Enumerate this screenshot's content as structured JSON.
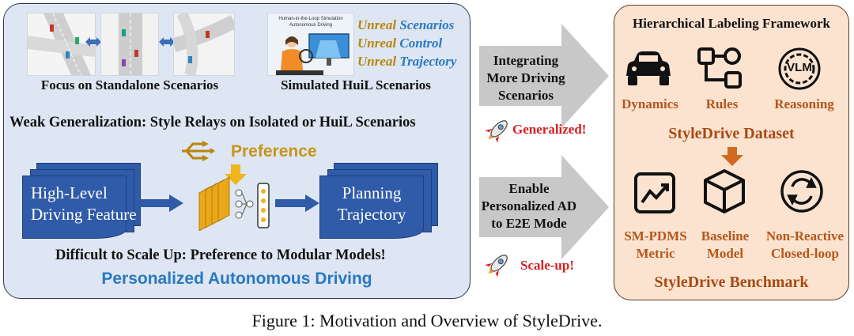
{
  "left": {
    "thumbs_caption": "Focus on Standalone Scenarios",
    "sim_caption": "Simulated HuiL Scenarios",
    "sim_screen_lines": [
      "Human-in-the-Loop Simulation",
      "Autonomous Driving"
    ],
    "unreal": [
      {
        "prefix": "Unreal",
        "word": "Scenarios"
      },
      {
        "prefix": "Unreal",
        "word": "Control"
      },
      {
        "prefix": "Unreal",
        "word": "Trajectory"
      }
    ],
    "weak_generalization": "Weak Generalization: Style Relays on Isolated or HuiL Scenarios",
    "preference": "Preference",
    "input_box": [
      "High-Level",
      "Driving Feature"
    ],
    "output_box": [
      "Planning",
      "Trajectory"
    ],
    "difficult": "Difficult to Scale Up: Preference to Modular Models!",
    "bottom_title": "Personalized Autonomous Driving"
  },
  "middle": {
    "arrow1_lines": [
      "Integrating",
      "More Driving",
      "Scenarios"
    ],
    "generalized": "Generalized!",
    "arrow2_lines": [
      "Enable",
      "Personalized AD",
      "to E2E Mode"
    ],
    "scaleup": "Scale-up!"
  },
  "right": {
    "framework_title": "Hierarchical Labeling Framework",
    "label_items": [
      {
        "icon": "car-icon",
        "label": "Dynamics"
      },
      {
        "icon": "rules-icon",
        "label": "Rules"
      },
      {
        "icon": "vlm-icon",
        "label": "Reasoning",
        "icon_text": "VLM"
      }
    ],
    "dataset_title": "StyleDrive Dataset",
    "bench_items": [
      {
        "icon": "chart-icon",
        "label_lines": [
          "SM-PDMS",
          "Metric"
        ]
      },
      {
        "icon": "cube-icon",
        "label_lines": [
          "Baseline",
          "Model"
        ]
      },
      {
        "icon": "loop-icon",
        "label_lines": [
          "Non-Reactive",
          "Closed-loop"
        ]
      }
    ],
    "benchmark_title": "StyleDrive Benchmark"
  },
  "caption": "Figure 1: Motivation and Overview of StyleDrive.",
  "colors": {
    "left_bg": "#dde6f2",
    "right_bg": "#fbe3d0",
    "orange": "#b5561a",
    "blue": "#2f5ba8",
    "gold": "#b8860b",
    "red": "#d62020",
    "grey_arrow": "#c8c8c8"
  }
}
